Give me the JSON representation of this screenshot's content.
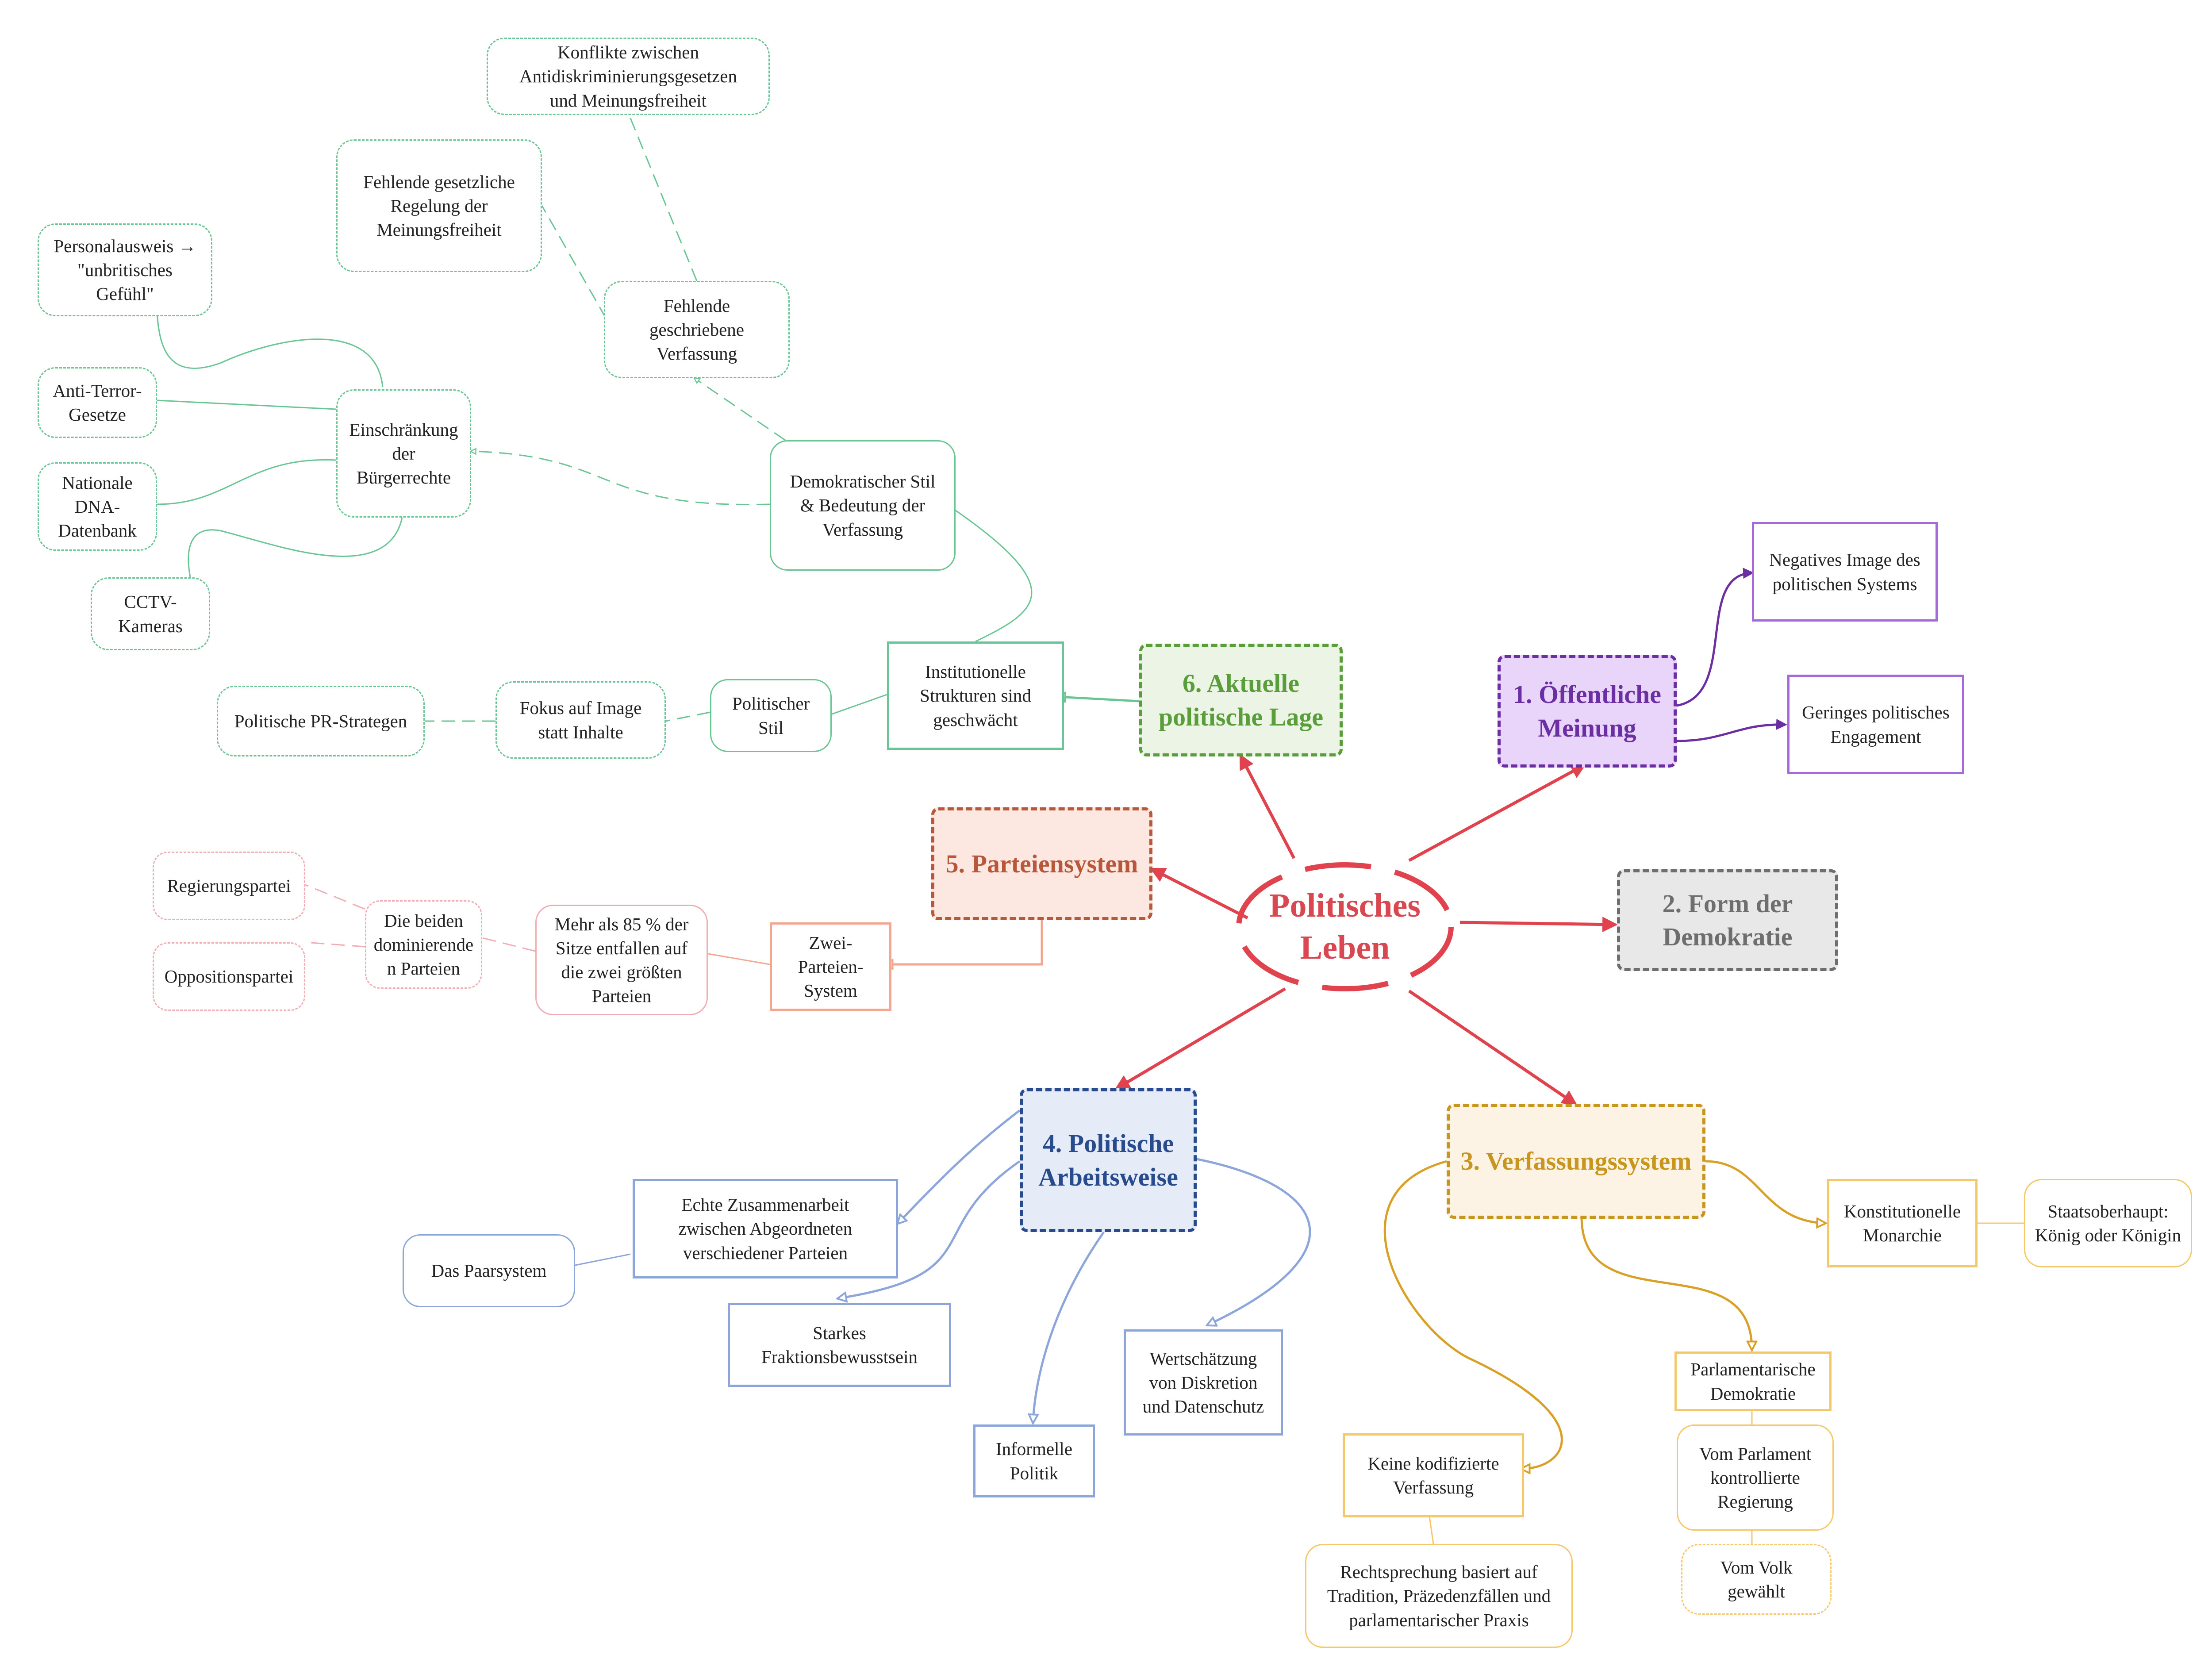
{
  "colors": {
    "center": "#d94850",
    "purple": "#6b2fa3",
    "purple_light": "#a56ad8",
    "purple_fill": "#e8d5f9",
    "gray": "#6e6e6e",
    "gray_fill": "#e8e8e8",
    "gold": "#c8961d",
    "gold_light": "#f5c86a",
    "gold_fill": "#fdf3e4",
    "blue": "#274b8c",
    "blue_light": "#8ca6dc",
    "blue_fill": "#e6ecf7",
    "orange": "#b8573a",
    "orange_light": "#f4a78e",
    "orange_fill": "#fde8e1",
    "pink_light": "#f1adb4",
    "green": "#5a9e3c",
    "green_fill": "#ecf5e5",
    "teal": "#6ac595"
  },
  "center": {
    "label": "Politisches\nLeben"
  },
  "topics": {
    "t1": "1. Öffentliche\nMeinung",
    "t2": "2. Form der\nDemokratie",
    "t3": "3. Verfassungssystem",
    "t4": "4. Politische\nArbeitsweise",
    "t5": "5. Parteiensystem",
    "t6": "6. Aktuelle\npolitische Lage"
  },
  "public_opinion": {
    "negative_image": "Negatives Image des\npolitischen Systems",
    "low_engagement": "Geringes politisches\nEngagement"
  },
  "constitution": {
    "monarchy": "Konstitutionelle\nMonarchie",
    "head_of_state": "Staatsoberhaupt:\nKönig oder Königin",
    "parliamentary_democracy": "Parlamentarische\nDemokratie",
    "parliament_controlled": "Vom Parlament\nkontrollierte\nRegierung",
    "elected_by_people": "Vom Volk\ngewählt",
    "uncodified": "Keine kodifizierte\nVerfassung",
    "case_law": "Rechtsprechung basiert auf\nTradition, Präzedenzfällen und\nparlamentarischer Praxis"
  },
  "working_style": {
    "cooperation": "Echte Zusammenarbeit\nzwischen Abgeordneten\nverschiedener Parteien",
    "pair_system": "Das Paarsystem",
    "faction": "Starkes\nFraktionsbewusstsein",
    "informal": "Informelle\nPolitik",
    "discretion": "Wertschätzung\nvon Diskretion\nund Datenschutz"
  },
  "party_system": {
    "two_party": "Zwei-\nParteien-\nSystem",
    "seats": "Mehr als 85 % der\nSitze entfallen auf\ndie zwei größten\nParteien",
    "dominant": "Die beiden\ndominierende\nn Parteien",
    "government": "Regierungspartei",
    "opposition": "Oppositionspartei"
  },
  "current_situation": {
    "institutions_weakened": "Institutionelle\nStrukturen sind\ngeschwächt",
    "political_style": "Politischer\nStil",
    "image_focus": "Fokus auf Image\nstatt Inhalte",
    "pr_strategists": "Politische PR-Strategen",
    "democratic_style": "Demokratischer Stil\n& Bedeutung der\nVerfassung",
    "civil_rights": "Einschränkung\nder\nBürgerrechte",
    "id_card": "Personalausweis →\n\"unbritisches\nGefühl\"",
    "anti_terror": "Anti-Terror-\nGesetze",
    "dna_database": "Nationale\nDNA-\nDatenbank",
    "cctv": "CCTV-\nKameras",
    "no_written_constitution": "Fehlende\ngeschriebene\nVerfassung",
    "no_legal_regulation": "Fehlende gesetzliche\nRegelung der\nMeinungsfreiheit",
    "conflicts": "Konflikte zwischen\nAntidiskriminierungsgesetzen\nund Meinungsfreiheit"
  }
}
